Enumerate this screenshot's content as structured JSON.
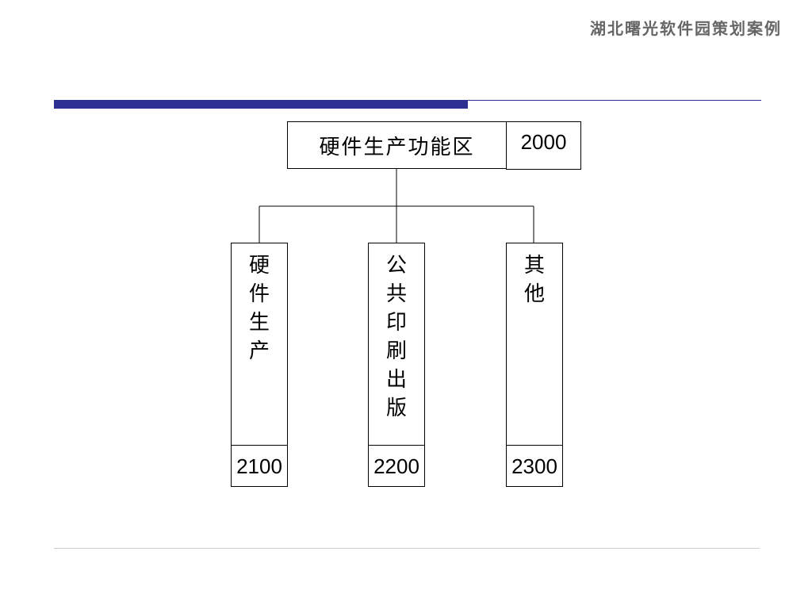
{
  "header": {
    "title": "湖北曙光软件园策划案例"
  },
  "diagram": {
    "root": {
      "label": "硬件生产功能区",
      "code": "2000"
    },
    "children": [
      {
        "label": [
          "硬",
          "件",
          "生",
          "产"
        ],
        "code": "2100"
      },
      {
        "label": [
          "公",
          "共",
          "印",
          "刷",
          "出",
          "版"
        ],
        "code": "2200"
      },
      {
        "label": [
          "其",
          "他"
        ],
        "code": "2300"
      }
    ]
  },
  "colors": {
    "accent": "#2e3192",
    "line": "#000000"
  }
}
